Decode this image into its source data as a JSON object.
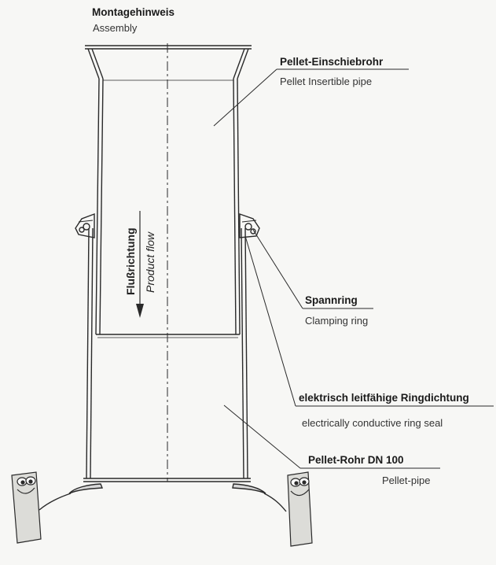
{
  "title": {
    "de": "Montagehinweis",
    "en": "Assembly"
  },
  "labels": {
    "insert_pipe": {
      "de": "Pellet-Einschiebrohr",
      "en": "Pellet Insertible pipe"
    },
    "clamping_ring": {
      "de": "Spannring",
      "en": "Clamping ring"
    },
    "ring_seal": {
      "de": "elektrisch leitfähige Ringdichtung",
      "en": "electrically conductive ring seal"
    },
    "pellet_pipe": {
      "de": "Pellet-Rohr DN 100",
      "en": "Pellet-pipe"
    }
  },
  "flow": {
    "de": "Flußrichtung",
    "en": "Product flow"
  },
  "colors": {
    "line": "#2a2a2a",
    "paper": "#f7f7f5"
  }
}
